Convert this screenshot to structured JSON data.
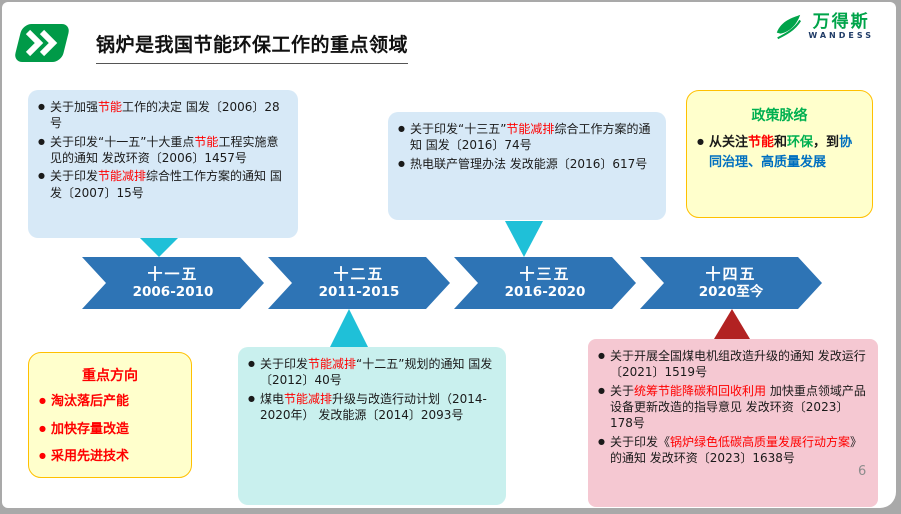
{
  "header": {
    "title": "锅炉是我国节能环保工作的重点领域"
  },
  "logo": {
    "text": "万得斯",
    "subtext": "WANDESS"
  },
  "footer": {
    "page_number": "6"
  },
  "colors": {
    "black": "#1a1a1a",
    "red": "#ff0000",
    "green": "#00b050",
    "blue": "#0070c0",
    "timeline_blue": "#2e74b5",
    "box_blue": "#d7e9f7",
    "box_cyan": "#c9f0ee",
    "box_yellow": "#ffffcc",
    "yellow_border": "#ffc000",
    "box_pink": "#f5c8d2",
    "triangle_cyan": "#1fc0d8",
    "triangle_dark_red": "#b22222",
    "logo_green": "#00a44a"
  },
  "timeline": {
    "periods": [
      {
        "name": "十一五",
        "years": "2006-2010"
      },
      {
        "name": "十二五",
        "years": "2011-2015"
      },
      {
        "name": "十三五",
        "years": "2016-2020"
      },
      {
        "name": "十四五",
        "years": "2020至今"
      }
    ]
  },
  "boxes": {
    "plan_11_5": {
      "items": [
        {
          "marker": "black",
          "segments": [
            {
              "t": "关于加强",
              "c": "black"
            },
            {
              "t": "节能",
              "c": "red"
            },
            {
              "t": "工作的决定  国发〔2006〕28号",
              "c": "black"
            }
          ]
        },
        {
          "marker": "black",
          "segments": [
            {
              "t": "关于印发“十一五”十大重点",
              "c": "black"
            },
            {
              "t": "节能",
              "c": "red"
            },
            {
              "t": "工程实施意见的通知  发改环资〔2006〕1457号",
              "c": "black"
            }
          ]
        },
        {
          "marker": "black",
          "segments": [
            {
              "t": "关于印发",
              "c": "black"
            },
            {
              "t": "节能减排",
              "c": "red"
            },
            {
              "t": "综合性工作方案的通知  国发〔2007〕15号",
              "c": "black"
            }
          ]
        }
      ]
    },
    "plan_13_5": {
      "items": [
        {
          "marker": "black",
          "segments": [
            {
              "t": "关于印发“十三五”",
              "c": "black"
            },
            {
              "t": "节能减排",
              "c": "red"
            },
            {
              "t": "综合工作方案的通知  国发〔2016〕74号",
              "c": "black"
            }
          ]
        },
        {
          "marker": "black",
          "segments": [
            {
              "t": "热电联产管理办法  发改能源〔2016〕617号",
              "c": "black"
            }
          ]
        }
      ]
    },
    "policy_context": {
      "title": "政策脉络",
      "items": [
        {
          "marker": "black",
          "segments": [
            {
              "t": "从关注",
              "c": "black"
            },
            {
              "t": "节能",
              "c": "red"
            },
            {
              "t": "和",
              "c": "black"
            },
            {
              "t": "环保",
              "c": "green"
            },
            {
              "t": "，到",
              "c": "black"
            },
            {
              "t": "协同治理、高质量发展",
              "c": "blue"
            }
          ]
        }
      ]
    },
    "key_directions": {
      "title": "重点方向",
      "items": [
        {
          "marker": "red",
          "segments": [
            {
              "t": "淘汰落后产能",
              "c": "red"
            }
          ]
        },
        {
          "marker": "red",
          "segments": [
            {
              "t": "加快存量改造",
              "c": "red"
            }
          ]
        },
        {
          "marker": "red",
          "segments": [
            {
              "t": "采用先进技术",
              "c": "red"
            }
          ]
        }
      ]
    },
    "plan_12_5": {
      "items": [
        {
          "marker": "black",
          "segments": [
            {
              "t": "关于印发",
              "c": "black"
            },
            {
              "t": "节能减排",
              "c": "red"
            },
            {
              "t": "“十二五”规划的通知  国发〔2012〕40号",
              "c": "black"
            }
          ]
        },
        {
          "marker": "black",
          "segments": [
            {
              "t": "煤电",
              "c": "black"
            },
            {
              "t": "节能减排",
              "c": "red"
            },
            {
              "t": "升级与改造行动计划（2014-2020年）  发改能源〔2014〕2093号",
              "c": "black"
            }
          ]
        }
      ]
    },
    "plan_14_5": {
      "items": [
        {
          "marker": "black",
          "segments": [
            {
              "t": "关于开展全国煤电机组改造升级的通知 发改运行〔2021〕1519号",
              "c": "black"
            }
          ]
        },
        {
          "marker": "black",
          "segments": [
            {
              "t": "关于",
              "c": "black"
            },
            {
              "t": "统筹节能降碳和回收利用",
              "c": "red"
            },
            {
              "t": " 加快重点领域产品设备更新改造的指导意见 发改环资〔2023〕178号",
              "c": "black"
            }
          ]
        },
        {
          "marker": "black",
          "segments": [
            {
              "t": "关于印发《",
              "c": "black"
            },
            {
              "t": "锅炉绿色低碳高质量发展行动方案",
              "c": "red"
            },
            {
              "t": "》的通知  发改环资〔2023〕1638号",
              "c": "black"
            }
          ]
        }
      ]
    }
  }
}
